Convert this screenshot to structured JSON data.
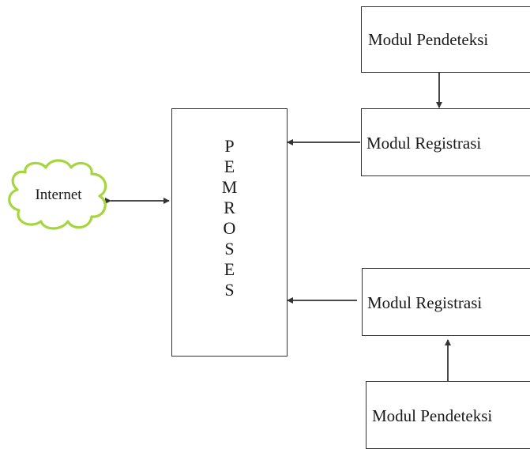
{
  "diagram": {
    "internet_label": "Internet",
    "processor_letters": [
      "P",
      "E",
      "M",
      "R",
      "O",
      "S",
      "E",
      "S"
    ],
    "modules": {
      "top_detector": "Modul Pendeteksi",
      "top_registration": "Modul Registrasi",
      "bottom_registration": "Modul Registrasi",
      "bottom_detector": "Modul Pendeteksi"
    },
    "colors": {
      "cloud_outline": "#a6d63e",
      "lines": "#333333"
    }
  }
}
